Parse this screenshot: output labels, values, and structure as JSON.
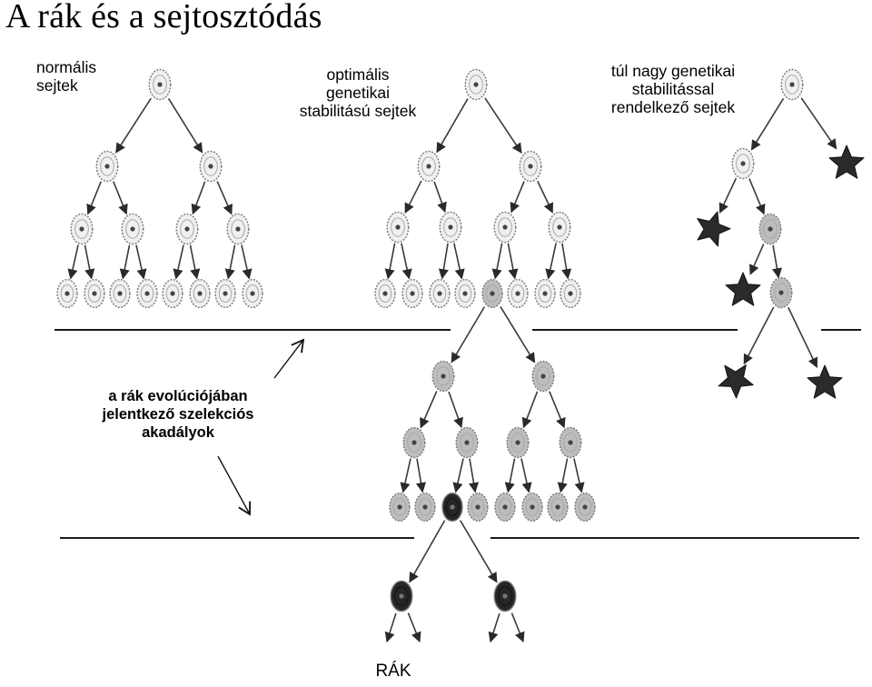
{
  "title": "A rák és a sejtosztódás",
  "labels": {
    "normal": [
      "normális",
      "sejtek"
    ],
    "optimal": [
      "optimális",
      "genetikai",
      "stabilitású sejtek"
    ],
    "toohigh": [
      "túl nagy genetikai",
      "stabilitással",
      "rendelkező sejtek"
    ],
    "barriers": [
      "a rák evolúciójában",
      "jelentkező szelekciós",
      "akadályok"
    ],
    "cancer": "RÁK"
  },
  "cell_types": {
    "normal": "light-dotted-cell",
    "mutated": "grey-dotted-cell",
    "cancerous": "dark-cell",
    "unstable": "dark-star-cell"
  },
  "colors": {
    "line": "#1a1a1a",
    "cell_outline": "#777777",
    "cell_light": "#f0f0f0",
    "cell_grey": "#bdbdbd",
    "cell_dark": "#262626",
    "star": "#2b2b2b"
  }
}
